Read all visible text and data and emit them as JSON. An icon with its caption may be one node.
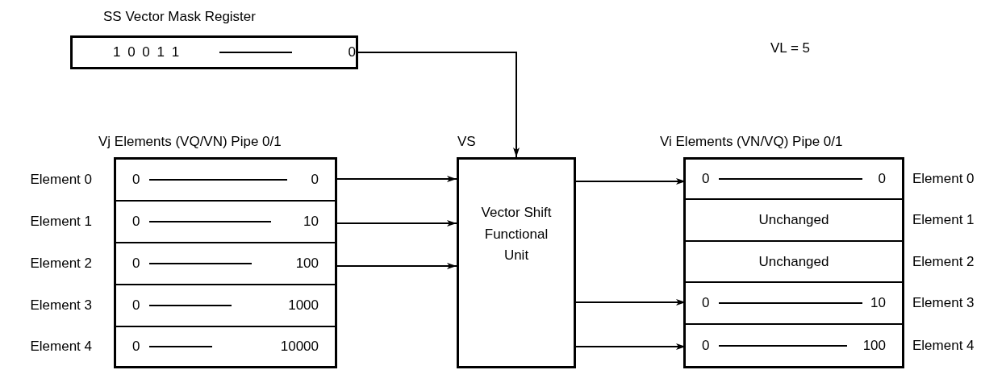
{
  "diagram": {
    "nodes": [
      {
        "text": [
          "SS Vector Mask Register",
          "1 0 0 1 1",
          "0"
        ]
      },
      {
        "text": [
          "Vj Elements (VQ/VN) Pipe 0/1"
        ]
      },
      {
        "text": [
          "0",
          "0"
        ],
        "in": 1,
        "beside": [
          "Element 0"
        ]
      },
      {
        "text": [
          "0",
          "10"
        ],
        "in": 1,
        "beside": [
          "Element 1"
        ]
      },
      {
        "text": [
          "0",
          "100"
        ],
        "in": 1,
        "beside": [
          "Element 2"
        ]
      },
      {
        "text": [
          "0",
          "1000"
        ],
        "in": 1,
        "beside": [
          "Element 3"
        ]
      },
      {
        "text": [
          "0",
          "10000"
        ],
        "in": 1,
        "beside": [
          "Element 4"
        ]
      },
      {
        "text": [
          "VS",
          "Vector Shift Functional Unit"
        ]
      },
      {
        "text": [
          "Vi Elements (VN/VQ) Pipe 0/1"
        ]
      },
      {
        "text": [
          "0",
          "0"
        ],
        "in": 8,
        "beside": [
          "Element 0"
        ]
      },
      {
        "text": [
          "Unchanged"
        ],
        "in": 8,
        "beside": [
          "Element 1"
        ]
      },
      {
        "text": [
          "Unchanged"
        ],
        "in": 8,
        "beside": [
          "Element 2"
        ]
      },
      {
        "text": [
          "0",
          "10"
        ],
        "in": 8,
        "beside": [
          "Element 3"
        ]
      },
      {
        "text": [
          "0",
          "100"
        ],
        "in": 8,
        "beside": [
          "Element 4"
        ]
      }
    ],
    "edges": [
      {
        "from": 0,
        "to": 7,
        "arrow": "to"
      },
      {
        "from": 2,
        "to": 7,
        "arrow": "to"
      },
      {
        "from": 3,
        "to": 7,
        "arrow": "to"
      },
      {
        "from": 4,
        "to": 7,
        "arrow": "to"
      },
      {
        "from": 7,
        "to": 9,
        "arrow": "to"
      },
      {
        "from": 7,
        "to": 12,
        "arrow": "to"
      },
      {
        "from": 7,
        "to": 13,
        "arrow": "to"
      }
    ],
    "labels": [
      "VL = 5"
    ]
  }
}
